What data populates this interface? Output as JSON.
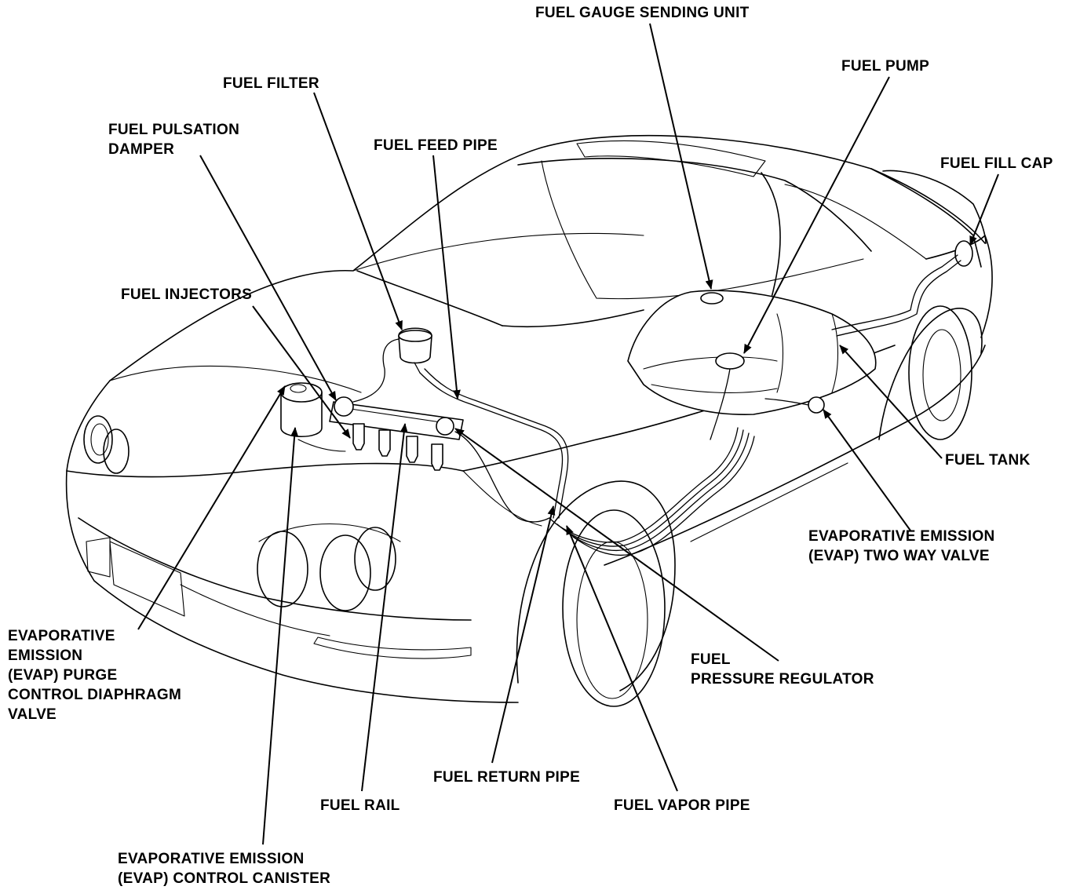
{
  "labels": {
    "fuel_gauge_sending_unit": "FUEL GAUGE SENDING UNIT",
    "fuel_pump": "FUEL PUMP",
    "fuel_filter": "FUEL FILTER",
    "fuel_pulsation_damper": [
      "FUEL PULSATION",
      "DAMPER"
    ],
    "fuel_feed_pipe": "FUEL FEED PIPE",
    "fuel_fill_cap": "FUEL FILL CAP",
    "fuel_injectors": "FUEL INJECTORS",
    "fuel_tank": "FUEL TANK",
    "evap_two_way_valve": [
      "EVAPORATIVE EMISSION",
      "(EVAP) TWO WAY VALVE"
    ],
    "evap_purge_control_diaphragm_valve": [
      "EVAPORATIVE",
      "EMISSION",
      "(EVAP) PURGE",
      "CONTROL DIAPHRAGM",
      "VALVE"
    ],
    "fuel_pressure_regulator": [
      "FUEL",
      "PRESSURE REGULATOR"
    ],
    "fuel_return_pipe": "FUEL RETURN PIPE",
    "fuel_rail": "FUEL RAIL",
    "fuel_vapor_pipe": "FUEL VAPOR PIPE",
    "evap_control_canister": [
      "EVAPORATIVE EMISSION",
      "(EVAP) CONTROL CANISTER"
    ]
  }
}
